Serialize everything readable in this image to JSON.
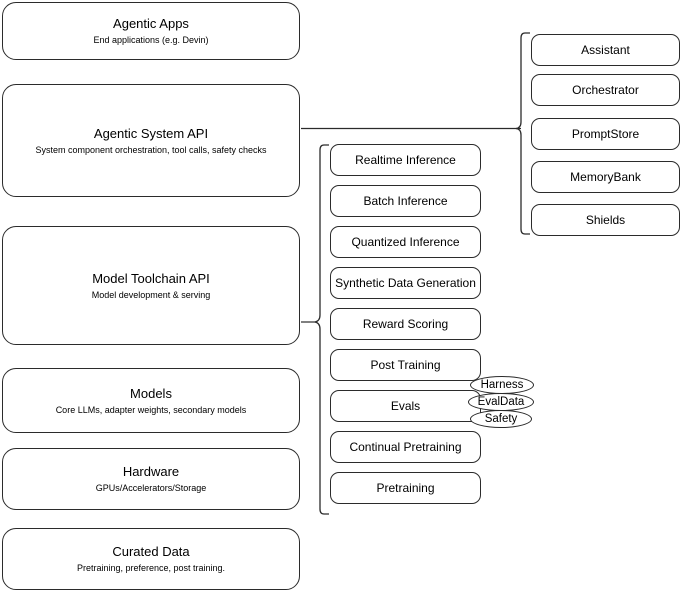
{
  "diagram": {
    "type": "layered-stack-architecture",
    "background_color": "#ffffff",
    "stroke_color": "#2b2b2b",
    "layers": [
      {
        "title": "Agentic Apps",
        "subtitle": "End applications (e.g. Devin)"
      },
      {
        "title": "Agentic System API",
        "subtitle": "System component orchestration, tool calls, safety checks"
      },
      {
        "title": "Model Toolchain API",
        "subtitle": "Model development & serving"
      },
      {
        "title": "Models",
        "subtitle": "Core LLMs, adapter weights, secondary models"
      },
      {
        "title": "Hardware",
        "subtitle": "GPUs/Accelerators/Storage"
      },
      {
        "title": "Curated Data",
        "subtitle": "Pretraining, preference, post training."
      }
    ],
    "toolchain_capabilities": [
      {
        "label": "Realtime Inference"
      },
      {
        "label": "Batch Inference"
      },
      {
        "label": "Quantized Inference"
      },
      {
        "label": "Synthetic Data Generation"
      },
      {
        "label": "Reward Scoring"
      },
      {
        "label": "Post Training"
      },
      {
        "label": "Evals"
      },
      {
        "label": "Continual Pretraining"
      },
      {
        "label": "Pretraining"
      }
    ],
    "system_components": [
      {
        "label": "Assistant"
      },
      {
        "label": "Orchestrator"
      },
      {
        "label": "PromptStore"
      },
      {
        "label": "MemoryBank"
      },
      {
        "label": "Shields"
      }
    ],
    "evals_badges": [
      {
        "label": "Harness"
      },
      {
        "label": "EvalData"
      },
      {
        "label": "Safety"
      }
    ]
  }
}
